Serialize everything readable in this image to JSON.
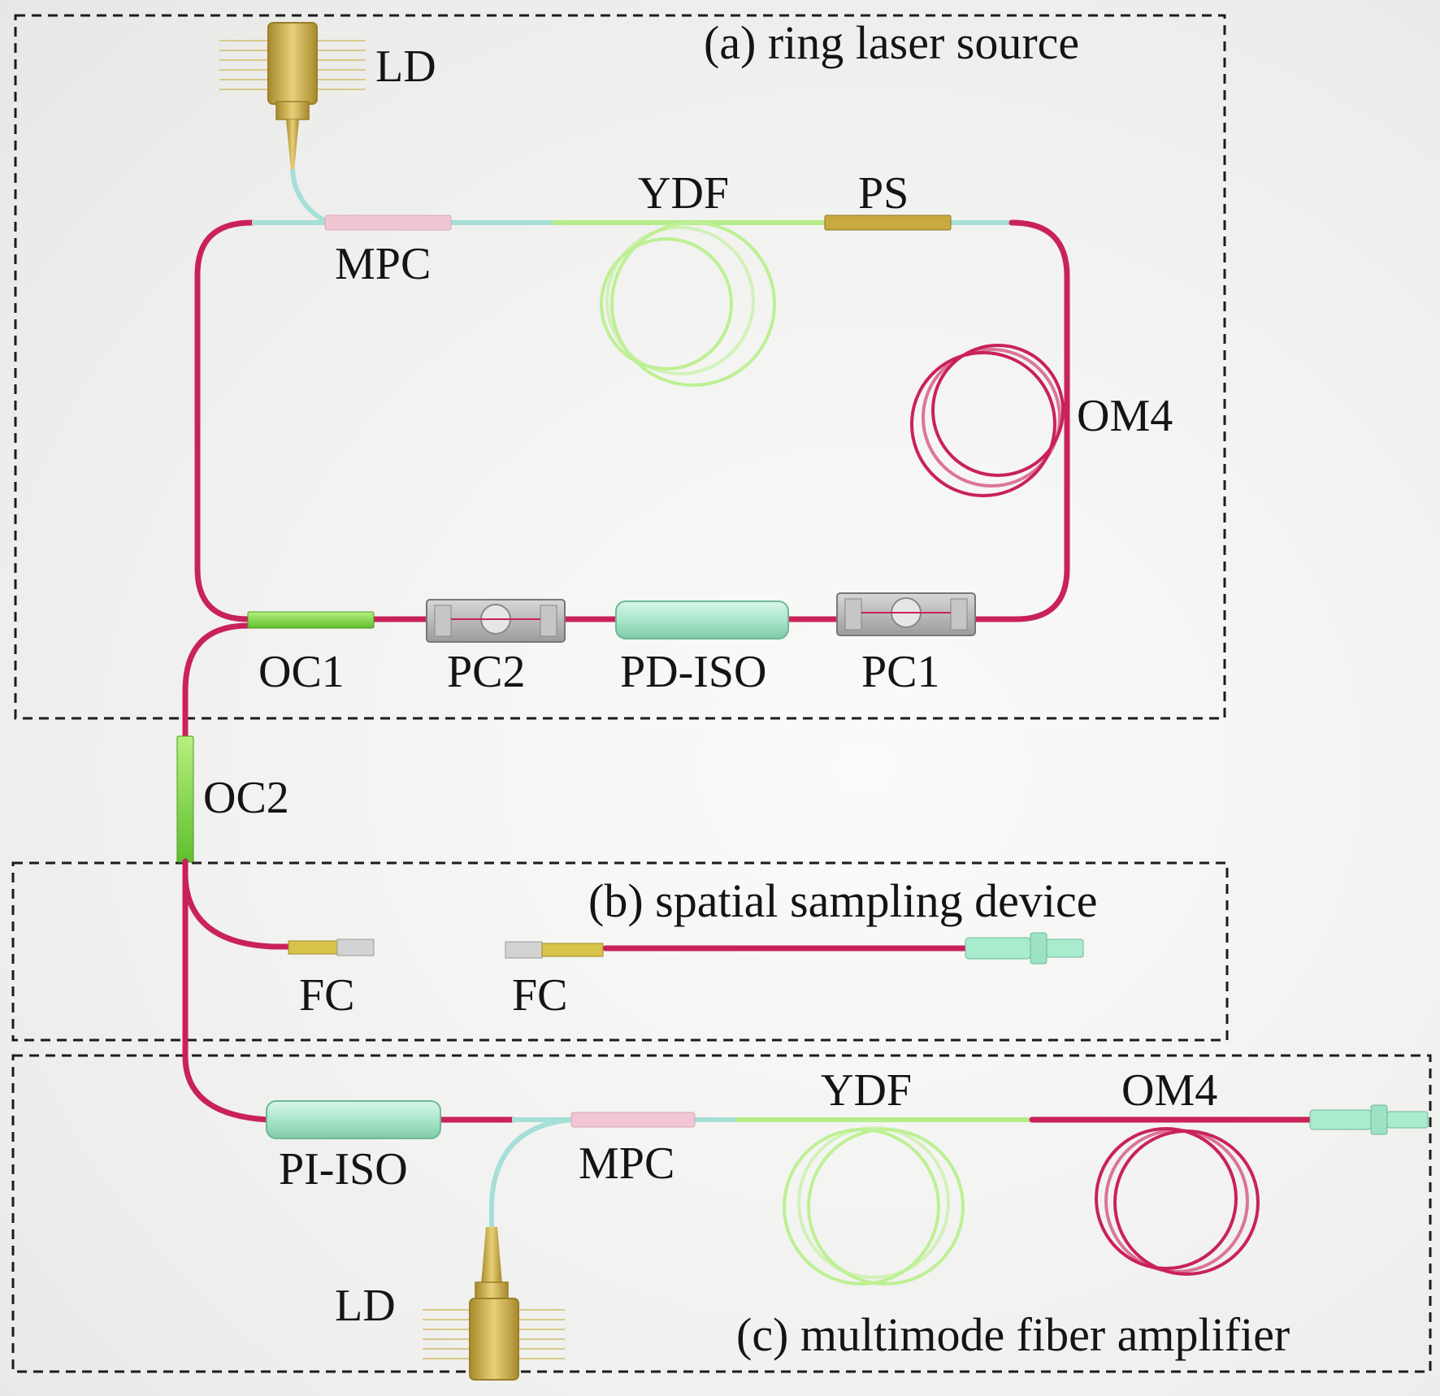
{
  "sections": {
    "ring_laser": "(a) ring laser source",
    "sampling": "(b) spatial sampling device",
    "amplifier": "(c) multimode fiber amplifier"
  },
  "labels": {
    "ld_top": "LD",
    "mpc_top": "MPC",
    "ydf_top": "YDF",
    "ps": "PS",
    "om4_right": "OM4",
    "oc1": "OC1",
    "pc2": "PC2",
    "pd_iso": "PD-ISO",
    "pc1": "PC1",
    "oc2": "OC2",
    "fc_left": "FC",
    "fc_right": "FC",
    "pi_iso": "PI-ISO",
    "mpc_bottom": "MPC",
    "ydf_bottom": "YDF",
    "om4_bottom": "OM4",
    "ld_bottom": "LD"
  },
  "colors": {
    "multimode_fiber": "#c9225a",
    "single_mode_fiber": "#a6dfd7",
    "ytterbium_doped_fiber": "#b6ec8a",
    "laser_diode": "#d2b556",
    "coupler": "#8fe05a",
    "isolator": "#b4ecd2",
    "mpc": "#f1c6d3",
    "ps": "#c8a93e"
  }
}
